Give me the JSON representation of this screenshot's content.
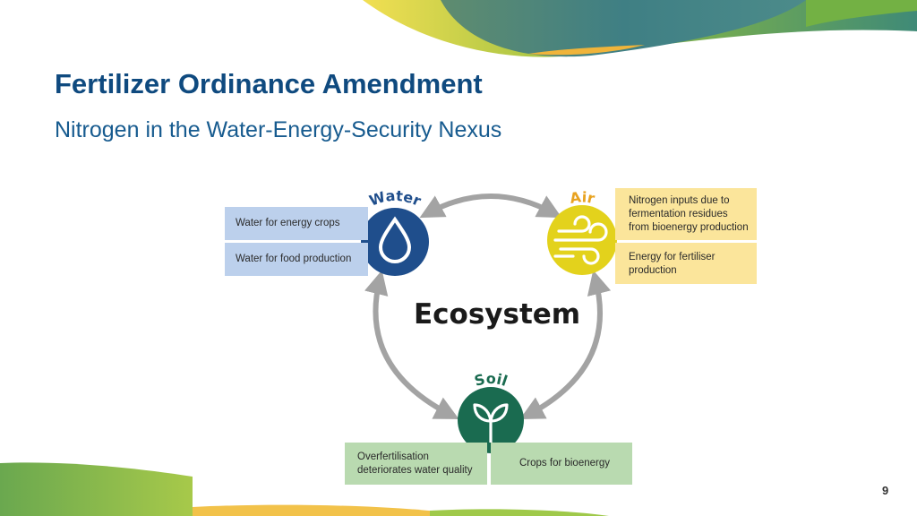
{
  "slide": {
    "title": "Fertilizer Ordinance Amendment",
    "subtitle": "Nitrogen in the Water-Energy-Security Nexus",
    "page_number": "9"
  },
  "diagram": {
    "center_label": "Ecosystem",
    "nodes": [
      {
        "label": "Water",
        "icon": "water-drop-icon",
        "color": "#1f4e8c",
        "label_color": "#1f4e8c"
      },
      {
        "label": "Air",
        "icon": "wind-icon",
        "color": "#e3d21c",
        "label_color": "#e8a21f"
      },
      {
        "label": "Soil",
        "icon": "sprout-icon",
        "color": "#1a6b50",
        "label_color": "#1a6b50"
      }
    ],
    "water_boxes": [
      "Water for energy crops",
      "Water for food production"
    ],
    "air_boxes": [
      [
        "Nitrogen inputs due to",
        "fermentation residues",
        "from bioenergy production"
      ],
      [
        "Energy for fertiliser",
        "production"
      ]
    ],
    "soil_boxes": [
      [
        "Overfertilisation",
        "deteriorates water quality"
      ],
      [
        "Crops for bioenergy"
      ]
    ]
  },
  "colors": {
    "title": "#0f4a7f",
    "water_box": "#bcd0ec",
    "air_box": "#fbe59b",
    "soil_box": "#b9dab0",
    "arrow": "#a3a3a3"
  }
}
